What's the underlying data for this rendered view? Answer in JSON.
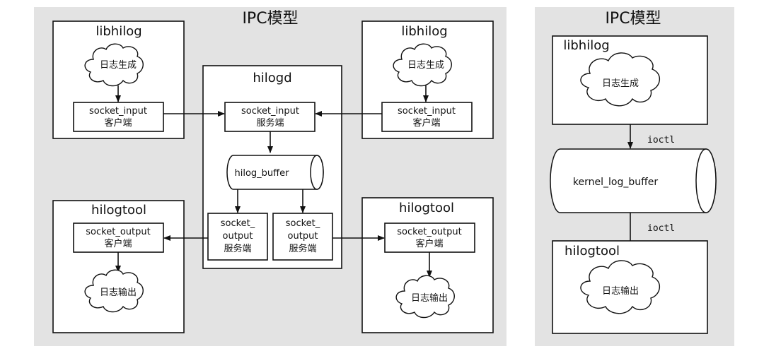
{
  "left": {
    "title": "IPC模型",
    "lib_left": {
      "label": "libhilog",
      "cloud": "日志生成",
      "socket_line1": "socket_input",
      "socket_line2": "客户端"
    },
    "lib_right": {
      "label": "libhilog",
      "cloud": "日志生成",
      "socket_line1": "socket_input",
      "socket_line2": "客户端"
    },
    "daemon": {
      "label": "hilogd",
      "input_line1": "socket_input",
      "input_line2": "服务端",
      "buffer": "hilog_buffer",
      "out_left": [
        "socket_",
        "output",
        "服务端"
      ],
      "out_right": [
        "socket_",
        "output",
        "服务端"
      ]
    },
    "tool_left": {
      "label": "hilogtool",
      "socket_line1": "socket_output",
      "socket_line2": "客户端",
      "cloud": "日志输出"
    },
    "tool_right": {
      "label": "hilogtool",
      "socket_line1": "socket_output",
      "socket_line2": "客户端",
      "cloud": "日志输出"
    }
  },
  "right": {
    "title": "IPC模型",
    "lib": {
      "label": "libhilog",
      "cloud": "日志生成"
    },
    "ioctl_top": "ioctl",
    "buffer": "kernel_log_buffer",
    "ioctl_bottom": "ioctl",
    "tool": {
      "label": "hilogtool",
      "cloud": "日志输出"
    }
  }
}
